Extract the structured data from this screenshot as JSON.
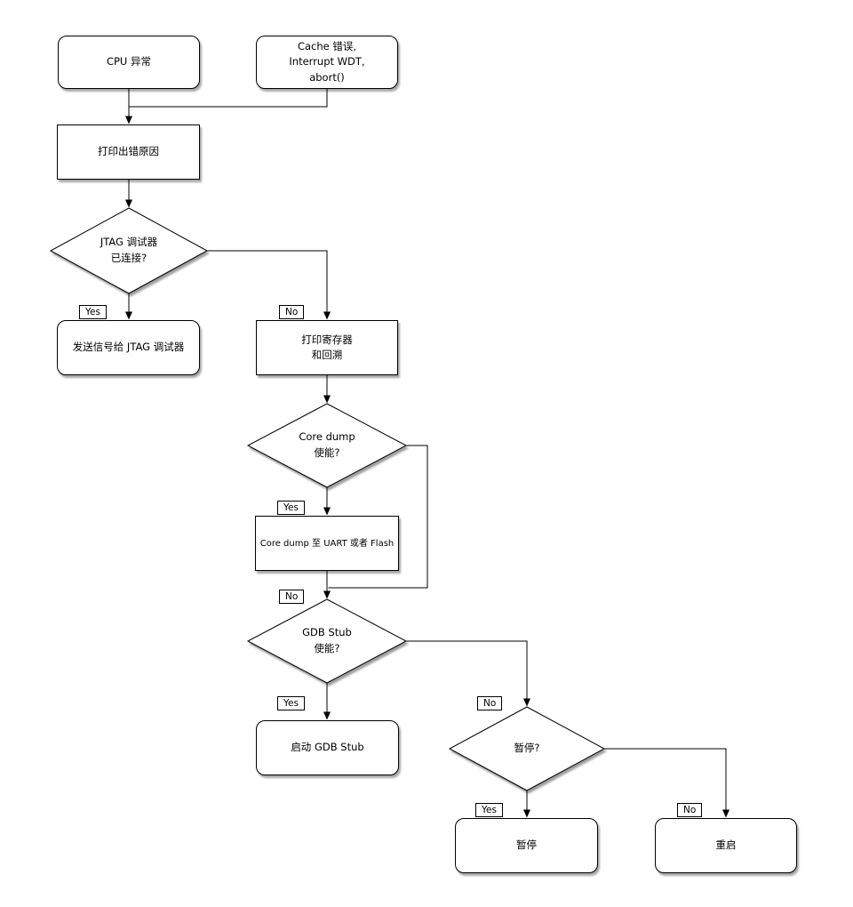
{
  "colors": {
    "line": "#000000",
    "node_fill": "#ffffff",
    "node_border": "#000000",
    "shadow": "#999999",
    "background": "#ffffff"
  },
  "diagram": {
    "type": "flowchart",
    "branch_labels": {
      "yes": "Yes",
      "no": "No"
    },
    "nodes": {
      "cpu_exception": {
        "label": "CPU 异常",
        "shape": "rounded"
      },
      "cache_error": {
        "label": "Cache 错误,\nInterrupt WDT,\nabort()",
        "shape": "rounded"
      },
      "print_reason": {
        "label": "打印出错原因",
        "shape": "process"
      },
      "jtag_connected": {
        "label": "JTAG 调试器\n已连接?",
        "shape": "decision"
      },
      "send_signal": {
        "label": "发送信号给 JTAG 调试器",
        "shape": "rounded"
      },
      "print_registers": {
        "label": "打印寄存器\n和回溯",
        "shape": "process"
      },
      "coredump_enabled": {
        "label": "Core dump\n使能?",
        "shape": "decision"
      },
      "coredump_dest": {
        "label": "Core dump 至 UART 或者 Flash",
        "shape": "process"
      },
      "gdbstub_enabled": {
        "label": "GDB Stub\n使能?",
        "shape": "decision"
      },
      "start_gdbstub": {
        "label": "启动 GDB Stub",
        "shape": "rounded"
      },
      "halt_question": {
        "label": "暂停?",
        "shape": "decision"
      },
      "halt": {
        "label": "暂停",
        "shape": "rounded"
      },
      "reboot": {
        "label": "重启",
        "shape": "rounded"
      }
    },
    "edges": [
      {
        "from": "cpu_exception",
        "to": "print_reason",
        "label": ""
      },
      {
        "from": "cache_error",
        "to": "print_reason",
        "label": ""
      },
      {
        "from": "print_reason",
        "to": "jtag_connected",
        "label": ""
      },
      {
        "from": "jtag_connected",
        "to": "send_signal",
        "label": "Yes"
      },
      {
        "from": "jtag_connected",
        "to": "print_registers",
        "label": "No"
      },
      {
        "from": "print_registers",
        "to": "coredump_enabled",
        "label": ""
      },
      {
        "from": "coredump_enabled",
        "to": "coredump_dest",
        "label": "Yes"
      },
      {
        "from": "coredump_enabled",
        "to": "gdbstub_enabled",
        "label": "No"
      },
      {
        "from": "coredump_dest",
        "to": "gdbstub_enabled",
        "label": ""
      },
      {
        "from": "gdbstub_enabled",
        "to": "start_gdbstub",
        "label": "Yes"
      },
      {
        "from": "gdbstub_enabled",
        "to": "halt_question",
        "label": "No"
      },
      {
        "from": "halt_question",
        "to": "halt",
        "label": "Yes"
      },
      {
        "from": "halt_question",
        "to": "reboot",
        "label": "No"
      }
    ]
  }
}
